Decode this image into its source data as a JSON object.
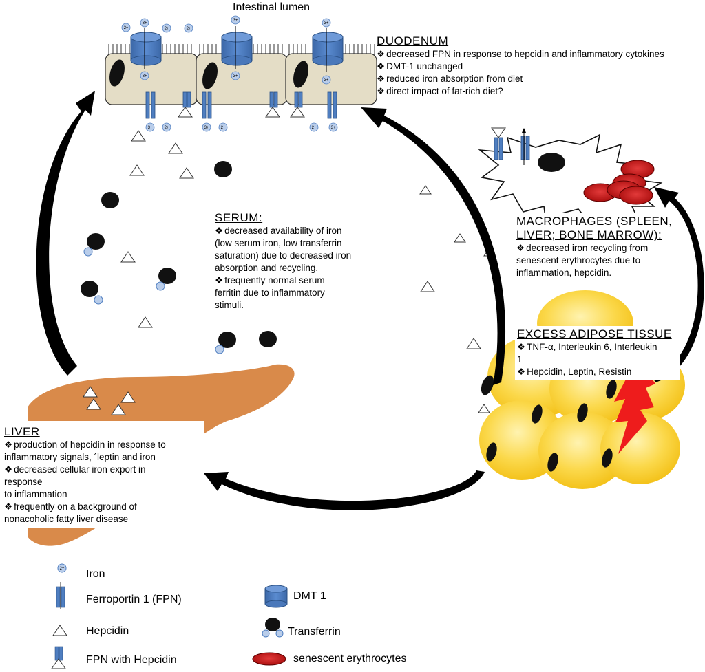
{
  "lumen_label": "Intestinal lumen",
  "duodenum": {
    "heading": "DUODENUM",
    "bullets": [
      "decreased FPN  in response to hepcidin and inflammatory cytokines",
      "DMT-1 unchanged",
      "reduced iron absorption from diet",
      "direct impact of fat-rich diet?"
    ]
  },
  "serum": {
    "heading": "SERUM:",
    "lines": [
      "decreased availability of iron",
      "(low serum iron, low transferrin",
      "saturation) due to decreased iron",
      "absorption and recycling.",
      "frequently normal serum",
      "ferritin due to inflammatory",
      "stimuli."
    ]
  },
  "macrophages": {
    "heading_lines": [
      "MACROPHAGES (SPLEEN,",
      "LIVER; BONE MARROW):"
    ],
    "lines": [
      "decreased iron recycling from",
      "senescent erythrocytes due to",
      "inflammation, hepcidin."
    ]
  },
  "adipose": {
    "heading": "EXCESS ADIPOSE TISSUE",
    "lines": [
      "TNF-α, Interleukin 6, Interleukin",
      "1",
      "Hepcidin, Leptin, Resistin"
    ]
  },
  "liver": {
    "heading": "LIVER",
    "lines": [
      "production of hepcidin in response to",
      "inflammatory signals, ´leptin and iron",
      "decreased  cellular iron export in",
      "response",
      "to inflammation",
      "frequently on  a background of",
      "nonacoholic fatty liver disease"
    ]
  },
  "ion_labels": {
    "ferric": "3+",
    "ferrous": "2+"
  },
  "legend": {
    "iron": "Iron",
    "fpn": "Ferroportin 1 (FPN)",
    "hepcidin": "Hepcidin",
    "fpn_hepcidin": "FPN with Hepcidin",
    "dmt1": "DMT 1",
    "transferrin": "Transferrin",
    "erythrocytes": "senescent erythrocytes"
  },
  "colors": {
    "cell_fill": "#e4ddc6",
    "dmt_blue": "#4f7ec0",
    "iron_fill": "#b9cdea",
    "liver_fill": "#d98a4a",
    "adipose_fill": "#f7cc30",
    "erythrocyte_fill": "#c21414",
    "bolt_fill": "#ee1c1c"
  }
}
